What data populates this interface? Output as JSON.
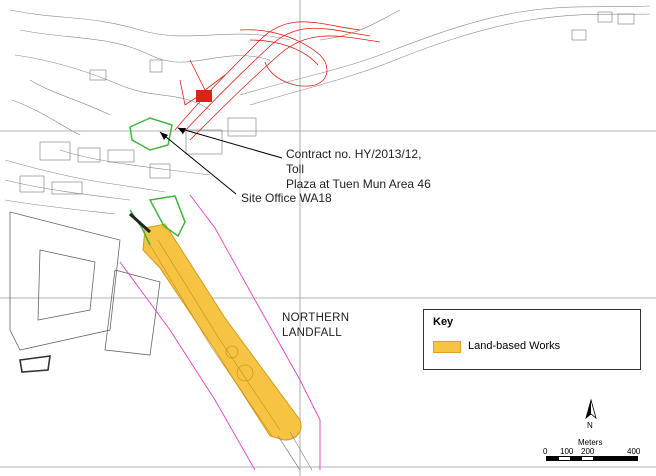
{
  "map": {
    "annotations": {
      "contract": "Contract no. HY/2013/12, Toll\nPlaza at Tuen Mun Area 46",
      "site_office": "Site Office WA18",
      "landfall": "NORTHERN\nLANDFALL"
    },
    "key": {
      "title": "Key",
      "items": [
        {
          "label": "Land-based Works",
          "color": "#f6c343"
        }
      ]
    },
    "north": "N",
    "scale": {
      "units": "Meters",
      "ticks": [
        "0",
        "100",
        "200",
        "400"
      ]
    },
    "colors": {
      "works_fill": "#f6c343",
      "red_roads": "#e0201b",
      "green_boundary": "#3db83a",
      "magenta_line": "#e040c8",
      "base_lines": "#888888"
    }
  }
}
